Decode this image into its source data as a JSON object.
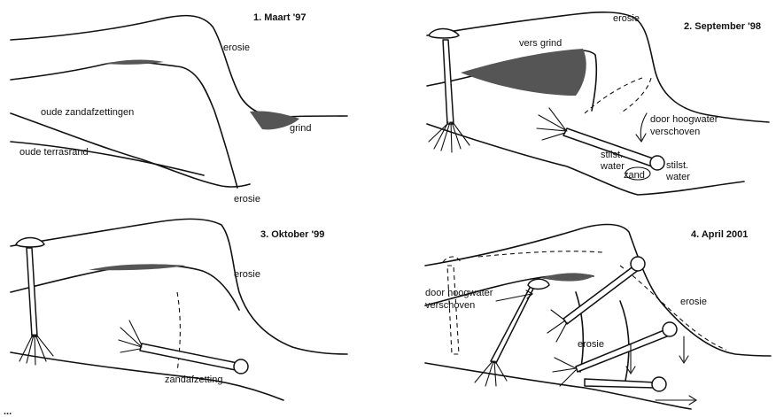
{
  "panels": [
    {
      "title": "1. Maart '97",
      "labels": [
        "erosie",
        "oude zandafzettingen",
        "grind",
        "oude terrasrand",
        "erosie"
      ]
    },
    {
      "title": "2. September '98",
      "labels": [
        "erosie",
        "vers grind",
        "door hoogwater",
        "verschoven",
        "stilst.",
        "water",
        "zand",
        "stilst.",
        "water"
      ]
    },
    {
      "title": "3. Oktober '99",
      "labels": [
        "erosie",
        "zandafzetting"
      ]
    },
    {
      "title": "4. April 2001",
      "labels": [
        "door hoogwater",
        "verschoven",
        "erosie",
        "erosie"
      ]
    }
  ],
  "footer_fragment": "..."
}
